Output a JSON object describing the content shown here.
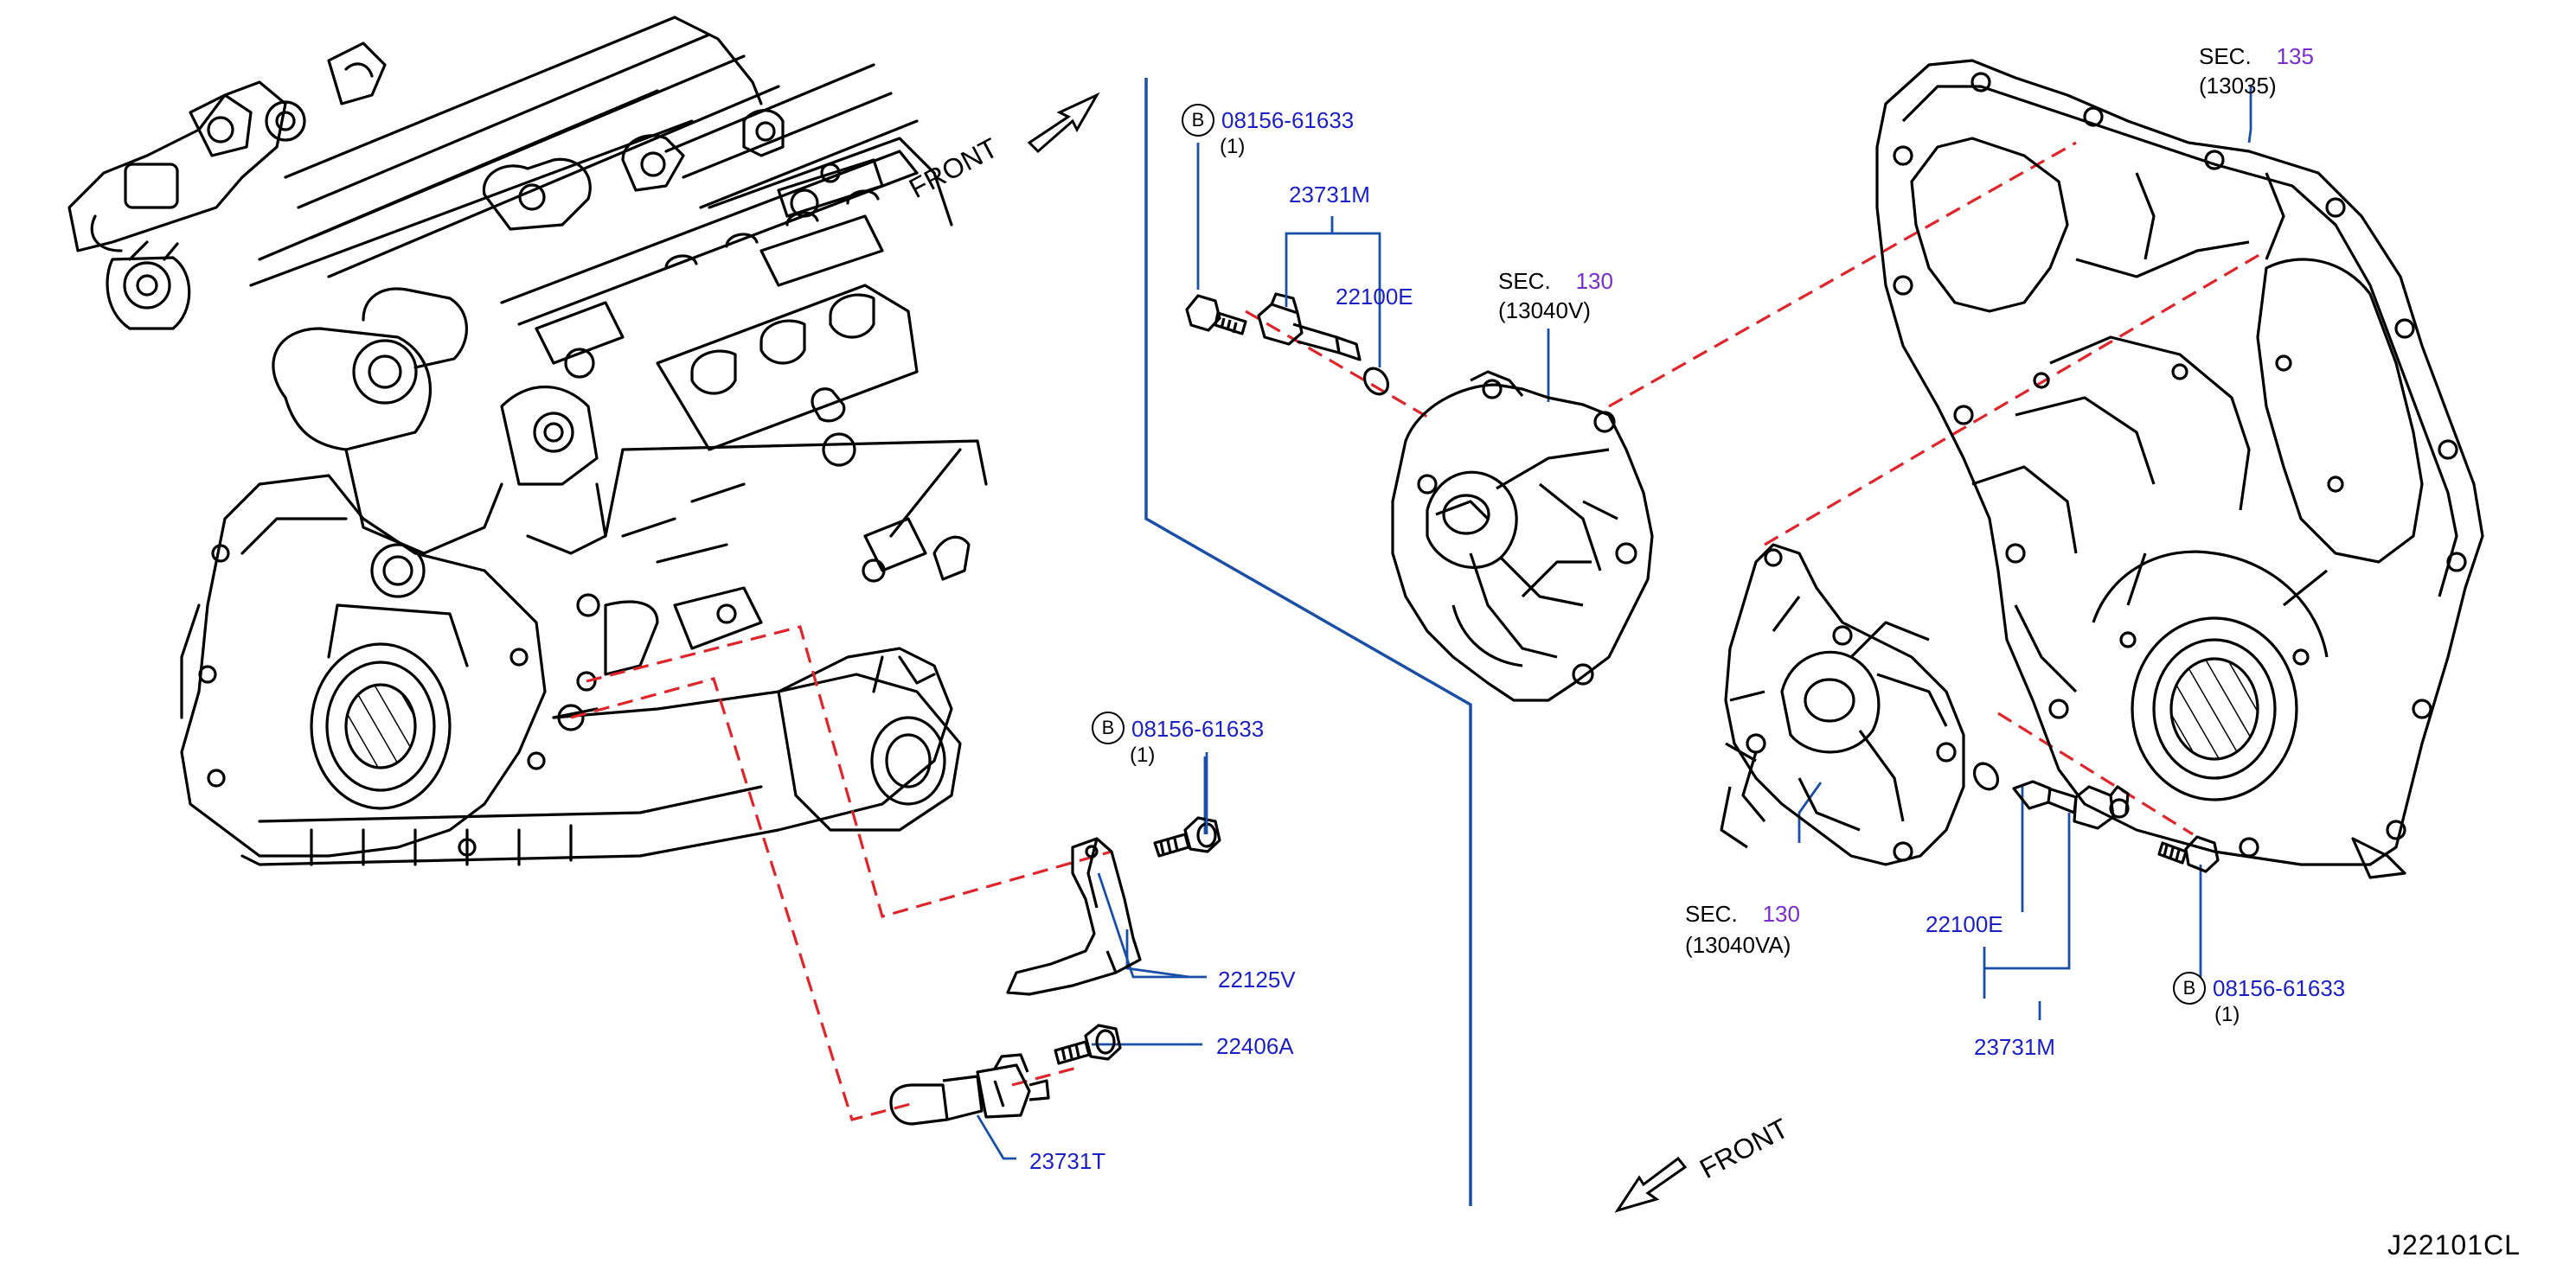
{
  "diagram": {
    "code": "J22101CL",
    "front_label": "FRONT",
    "bolt_symbol": "B",
    "colors": {
      "part_number": "#1a1fc8",
      "section_number": "#7a2ccf",
      "dashed_guide": "#e0242a",
      "leader_line": "#1a4fa8",
      "line_art": "#000000"
    }
  },
  "labels": {
    "bolt_top": {
      "symbol": "B",
      "number": "08156-61633",
      "qty": "(1)"
    },
    "bolt_mid": {
      "symbol": "B",
      "number": "08156-61633",
      "qty": "(1)"
    },
    "bolt_right": {
      "symbol": "B",
      "number": "08156-61633",
      "qty": "(1)"
    },
    "sensor_top": "23731M",
    "oring_top": "22100E",
    "sec130_top": {
      "prefix": "SEC.",
      "number": "130",
      "sub": "(13040V)"
    },
    "sec135": {
      "prefix": "SEC.",
      "number": "135",
      "sub": "(13035)"
    },
    "sec130_bottom": {
      "prefix": "SEC.",
      "number": "130",
      "sub": "(13040VA)"
    },
    "oring_right": "22100E",
    "sensor_right": "23731M",
    "bracket": "22125V",
    "bolt_small": "22406A",
    "crank_sensor": "23731T"
  }
}
